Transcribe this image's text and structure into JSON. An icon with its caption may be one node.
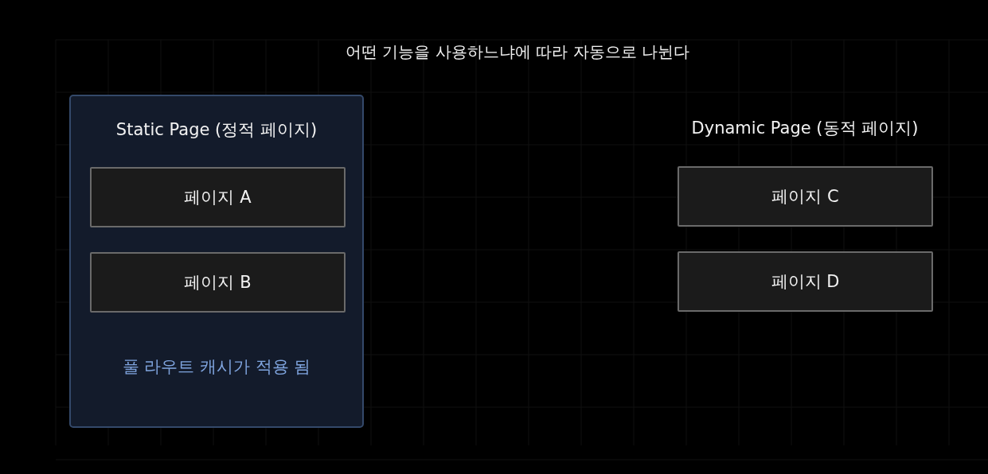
{
  "diagram": {
    "title": "어떤 기능을 사용하느냐에 따라 자동으로 나뉜다",
    "nodes": [
      {
        "text": [
          "Static Page (정적 페이지)",
          "풀 라우트 캐시가 적용 됨"
        ]
      },
      {
        "text": [
          "페이지 A"
        ],
        "in": 0
      },
      {
        "text": [
          "페이지 B"
        ],
        "in": 0
      },
      {
        "text": [
          "페이지 C"
        ]
      },
      {
        "text": [
          "페이지 D"
        ]
      }
    ],
    "labels": [
      "Dynamic Page (동적 페이지)"
    ]
  }
}
